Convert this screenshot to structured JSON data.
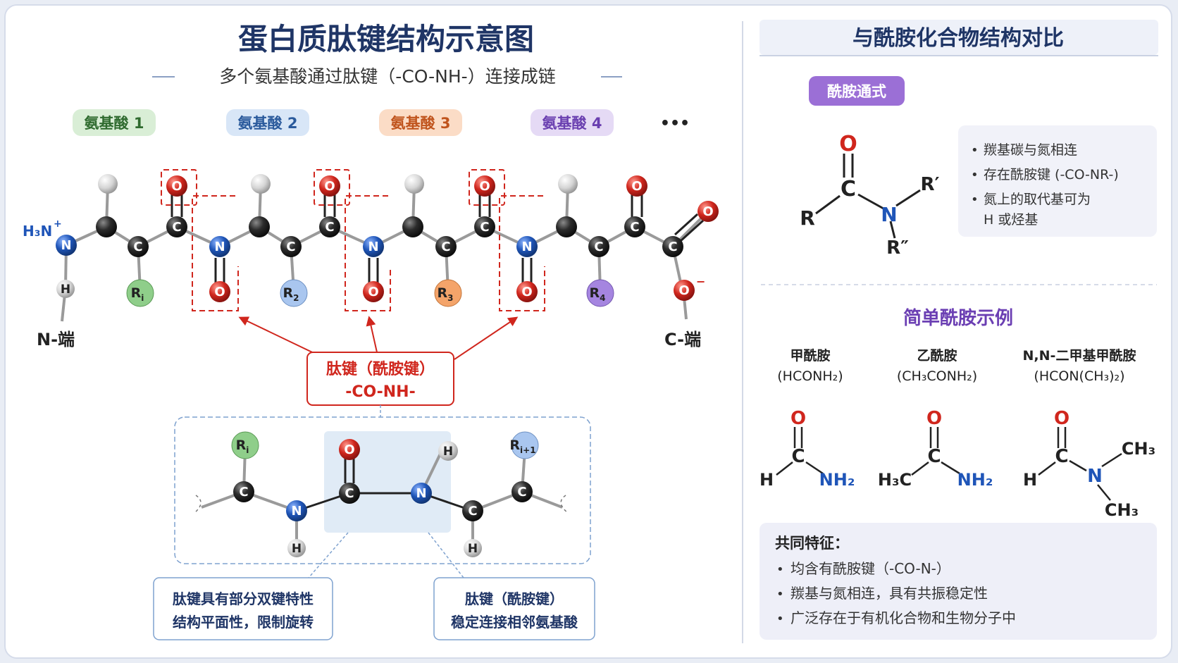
{
  "header": {
    "title": "蛋白质肽键结构示意图",
    "subtitle": "多个氨基酸通过肽键（-CO-NH-）连接成链"
  },
  "amino_acids": [
    {
      "label": "氨基酸 1",
      "bg": "#d9eed6",
      "fg": "#2f6b2f"
    },
    {
      "label": "氨基酸 2",
      "bg": "#d8e6f7",
      "fg": "#2a5a9c"
    },
    {
      "label": "氨基酸 3",
      "bg": "#fbdcc6",
      "fg": "#c0541d"
    },
    {
      "label": "氨基酸 4",
      "bg": "#e5daf5",
      "fg": "#6a3fb0"
    }
  ],
  "more_dots": "•••",
  "chain": {
    "n_terminal_label": "N-端",
    "c_terminal_label": "C-端",
    "nh3": "H₃N",
    "nh3_charge": "+",
    "o_minus": "−",
    "atom_c": "C",
    "atom_n": "N",
    "atom_o": "O",
    "atom_h": "H",
    "r_groups": [
      "R",
      "R",
      "R",
      "R"
    ],
    "r_subs": [
      "i",
      "2",
      "3",
      "4"
    ],
    "r_colors": [
      "#8fce8a",
      "#a9c6ef",
      "#f4a46a",
      "#a585e0"
    ]
  },
  "peptide_bond_box": {
    "line1": "肽键（酰胺键）",
    "line2": "-CO-NH-"
  },
  "detail": {
    "r_left": "R",
    "r_left_sub": "i",
    "r_right": "R",
    "r_right_sub": "i+1"
  },
  "bottom_notes": {
    "left": [
      "肽键具有部分双键特性",
      "结构平面性，限制旋转"
    ],
    "right": [
      "肽键（酰胺键）",
      "稳定连接相邻氨基酸"
    ]
  },
  "right_panel": {
    "title": "与酰胺化合物结构对比",
    "general_tag": "酰胺通式",
    "general_atoms": {
      "o": "O",
      "c": "C",
      "n": "N",
      "r": "R",
      "r1": "R′",
      "r2": "R″"
    },
    "general_features": [
      "羰基碳与氮相连",
      "存在酰胺键 (-CO-NR-)",
      "氮上的取代基可为",
      "H 或烃基"
    ],
    "examples_title": "简单酰胺示例",
    "examples": [
      {
        "name": "甲酰胺",
        "formula": "(HCONH₂)"
      },
      {
        "name": "乙酰胺",
        "formula": "(CH₃CONH₂)"
      },
      {
        "name": "N,N-二甲基甲酰胺",
        "formula": "(HCON(CH₃)₂)"
      }
    ],
    "example_atoms": {
      "o": "O",
      "c": "C",
      "h": "H",
      "nh2": "NH₂",
      "h3c": "H₃C",
      "n": "N",
      "ch3": "CH₃"
    },
    "common_title": "共同特征：",
    "common_items": [
      "均含有酰胺键（-CO-N-）",
      "羰基与氮相连，具有共振稳定性",
      "广泛存在于有机化合物和生物分子中"
    ]
  },
  "colors": {
    "title": "#1f3566",
    "accent_red": "#d0261d",
    "purple": "#6b3fb3",
    "blue_n": "#1f55b8",
    "dashed_blue": "#7fa2cf"
  }
}
